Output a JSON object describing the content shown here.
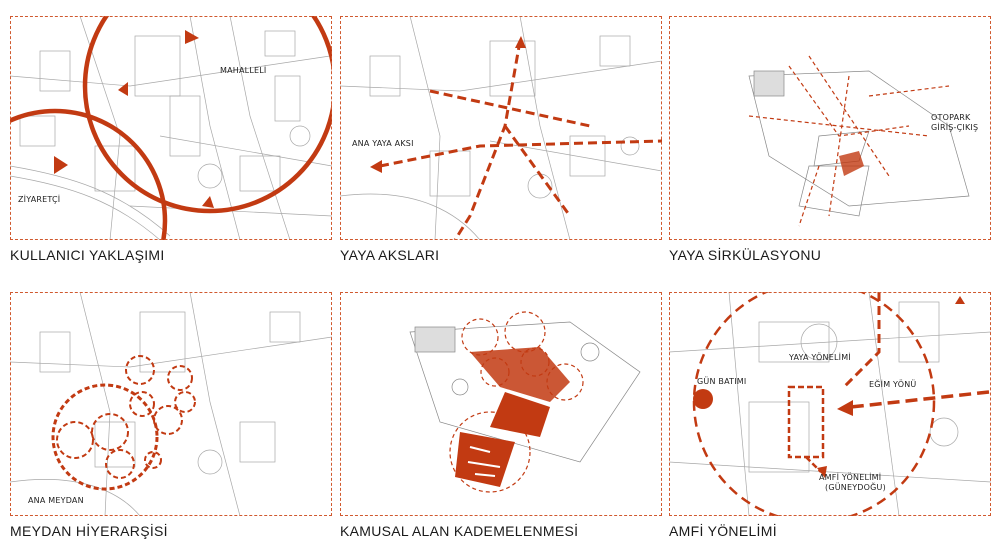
{
  "colors": {
    "accent": "#c23a12",
    "frame": "#d0592f",
    "line": "#9a9a9a"
  },
  "panels": [
    {
      "caption": "KULLANICI YAKLAŞIMI",
      "labels": {
        "neighborhood": "MAHALLELİ",
        "visitor": "ZİYARETÇİ"
      }
    },
    {
      "caption": "YAYA AKSLARI",
      "labels": {
        "main_axis": "ANA YAYA AKSI"
      }
    },
    {
      "caption": "YAYA SİRKÜLASYONU",
      "labels": {
        "parking_1": "OTOPARK",
        "parking_2": "GİRİŞ-ÇIKIŞ"
      }
    },
    {
      "caption": "MEYDAN HİYERARŞİSİ",
      "labels": {
        "main_square": "ANA MEYDAN"
      }
    },
    {
      "caption": "KAMUSAL ALAN KADEMELENMESİ",
      "labels": {}
    },
    {
      "caption": "AMFİ YÖNELİMİ",
      "labels": {
        "sunset": "GÜN BATIMI",
        "pedestrian": "YAYA YÖNELİMİ",
        "slope": "EĞİM YÖNÜ",
        "amphi_1": "AMFİ YÖNELİMİ",
        "amphi_2": "(GÜNEYDOĞU)"
      }
    }
  ]
}
